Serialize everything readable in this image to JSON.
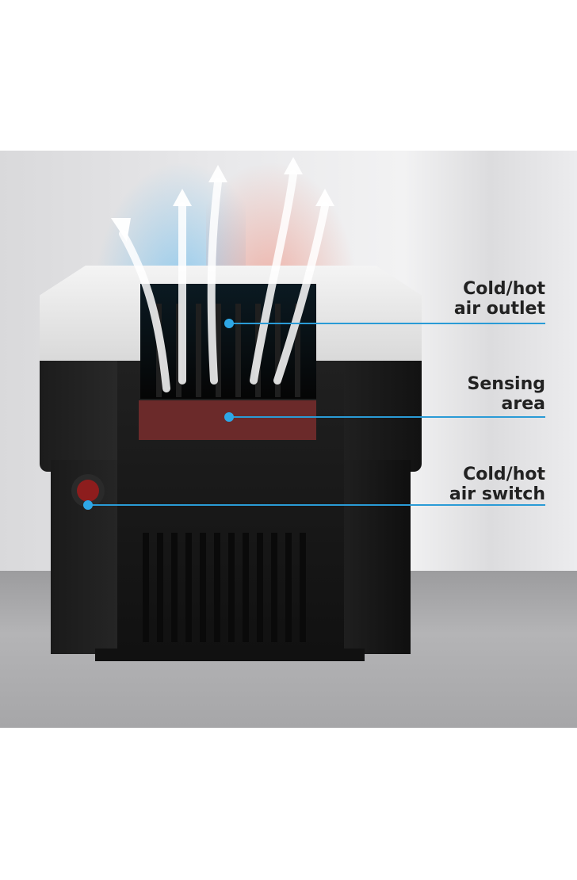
{
  "callouts": [
    {
      "line1": "Cold/hot",
      "line2": "air outlet"
    },
    {
      "line1": "Sensing",
      "line2": "area"
    },
    {
      "line1": "Cold/hot",
      "line2": "air switch"
    }
  ],
  "colors": {
    "accent": "#2ea7e6",
    "cold": "#6fc3ee",
    "hot": "#f0a08a",
    "sensor": "#6b2a2a"
  }
}
